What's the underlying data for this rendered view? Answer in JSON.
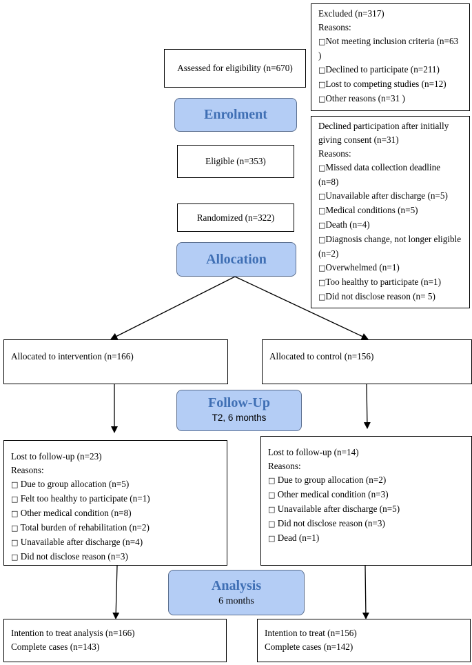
{
  "assessed": "Assessed for eligibility (n=670)",
  "excluded": {
    "title": "Excluded (n=317)",
    "reasons_label": "Reasons:",
    "bullet": "□",
    "items": [
      "Not meeting inclusion criteria (n=63 )",
      "Declined to participate (n=211)",
      "Lost to competing studies (n=12)",
      "Other reasons (n=31 )"
    ]
  },
  "stages": {
    "enrolment": "Enrolment",
    "allocation": "Allocation",
    "followup": "Follow-Up",
    "followup_sub": "T2, 6 months",
    "analysis": "Analysis",
    "analysis_sub": "6 months"
  },
  "eligible": "Eligible (n=353)",
  "randomized": "Randomized (n=322)",
  "declined_after_consent": {
    "title": "Declined participation after initially giving consent (n=31)",
    "reasons_label": "Reasons:",
    "items": [
      "Missed data collection deadline (n=8)",
      "Unavailable after discharge (n=5)",
      "Medical conditions (n=5)",
      "Death (n=4)",
      "Diagnosis change, not longer eligible (n=2)",
      "Overwhelmed (n=1)",
      "Too healthy to participate (n=1)",
      "Did not disclose reason (n= 5)"
    ]
  },
  "intervention": {
    "allocated": "Allocated to intervention (n=166)",
    "lost_title": "Lost to follow-up (n=23)",
    "reasons_label": "Reasons:",
    "lost_items": [
      "Due to group allocation (n=5)",
      "Felt too healthy to participate (n=1)",
      "Other medical condition (n=8)",
      "Total burden of rehabilitation (n=2)",
      "Unavailable after discharge (n=4)",
      "Did not disclose reason (n=3)"
    ],
    "analysis_line1": "Intention to treat analysis (n=166)",
    "analysis_line2": "Complete cases (n=143)"
  },
  "control": {
    "allocated": "Allocated to control (n=156)",
    "lost_title": "Lost to follow-up (n=14)",
    "reasons_label": "Reasons:",
    "lost_items": [
      "Due to group allocation (n=2)",
      "Other medical condition (n=3)",
      "Unavailable after discharge (n=5)",
      "Did not disclose reason (n=3)",
      "Dead (n=1)"
    ],
    "analysis_line1": "Intention to treat (n=156)",
    "analysis_line2": "Complete cases (n=142)"
  }
}
